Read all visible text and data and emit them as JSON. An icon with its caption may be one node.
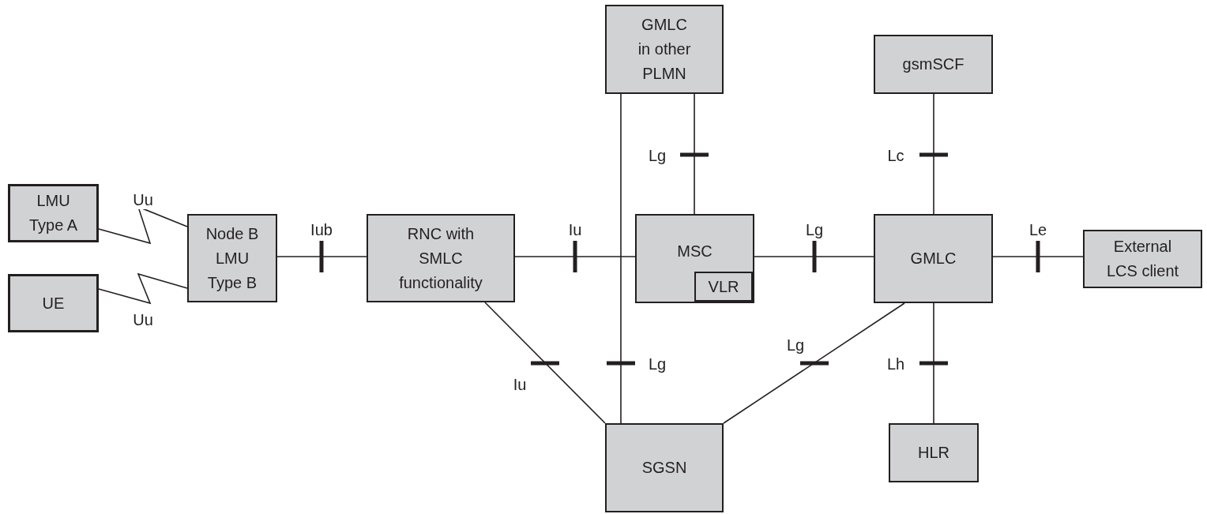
{
  "diagram": {
    "nodes": [
      {
        "text": [
          "LMU Type A"
        ]
      },
      {
        "text": [
          "UE"
        ]
      },
      {
        "text": [
          "Node B LMU Type B"
        ]
      },
      {
        "text": [
          "RNC with SMLC functionality"
        ]
      },
      {
        "text": [
          "GMLC in other PLMN"
        ]
      },
      {
        "text": [
          "gsmSCF"
        ]
      },
      {
        "text": [
          "MSC"
        ]
      },
      {
        "text": [
          "VLR"
        ],
        "in": 6
      },
      {
        "text": [
          "GMLC"
        ]
      },
      {
        "text": [
          "External LCS client"
        ]
      },
      {
        "text": [
          "HLR"
        ]
      },
      {
        "text": [
          "SGSN"
        ]
      }
    ],
    "edges": [
      {
        "from": 0,
        "to": 2,
        "arrow": "none",
        "label": "Uu"
      },
      {
        "from": 1,
        "to": 2,
        "arrow": "none",
        "label": "Uu"
      },
      {
        "from": 2,
        "to": 3,
        "arrow": "none",
        "label": "Iub"
      },
      {
        "from": 3,
        "to": 6,
        "arrow": "none",
        "label": "Iu"
      },
      {
        "from": 4,
        "to": 6,
        "arrow": "none",
        "label": "Lg"
      },
      {
        "from": 4,
        "to": 11,
        "arrow": "none",
        "label": "Lg"
      },
      {
        "from": 5,
        "to": 8,
        "arrow": "none",
        "label": "Lc"
      },
      {
        "from": 6,
        "to": 8,
        "arrow": "none",
        "label": "Lg"
      },
      {
        "from": 8,
        "to": 9,
        "arrow": "none",
        "label": "Le"
      },
      {
        "from": 8,
        "to": 10,
        "arrow": "none",
        "label": "Lh"
      },
      {
        "from": 3,
        "to": 11,
        "arrow": "none",
        "label": "Iu"
      },
      {
        "from": 8,
        "to": 11,
        "arrow": "none",
        "label": "Lg"
      }
    ]
  }
}
